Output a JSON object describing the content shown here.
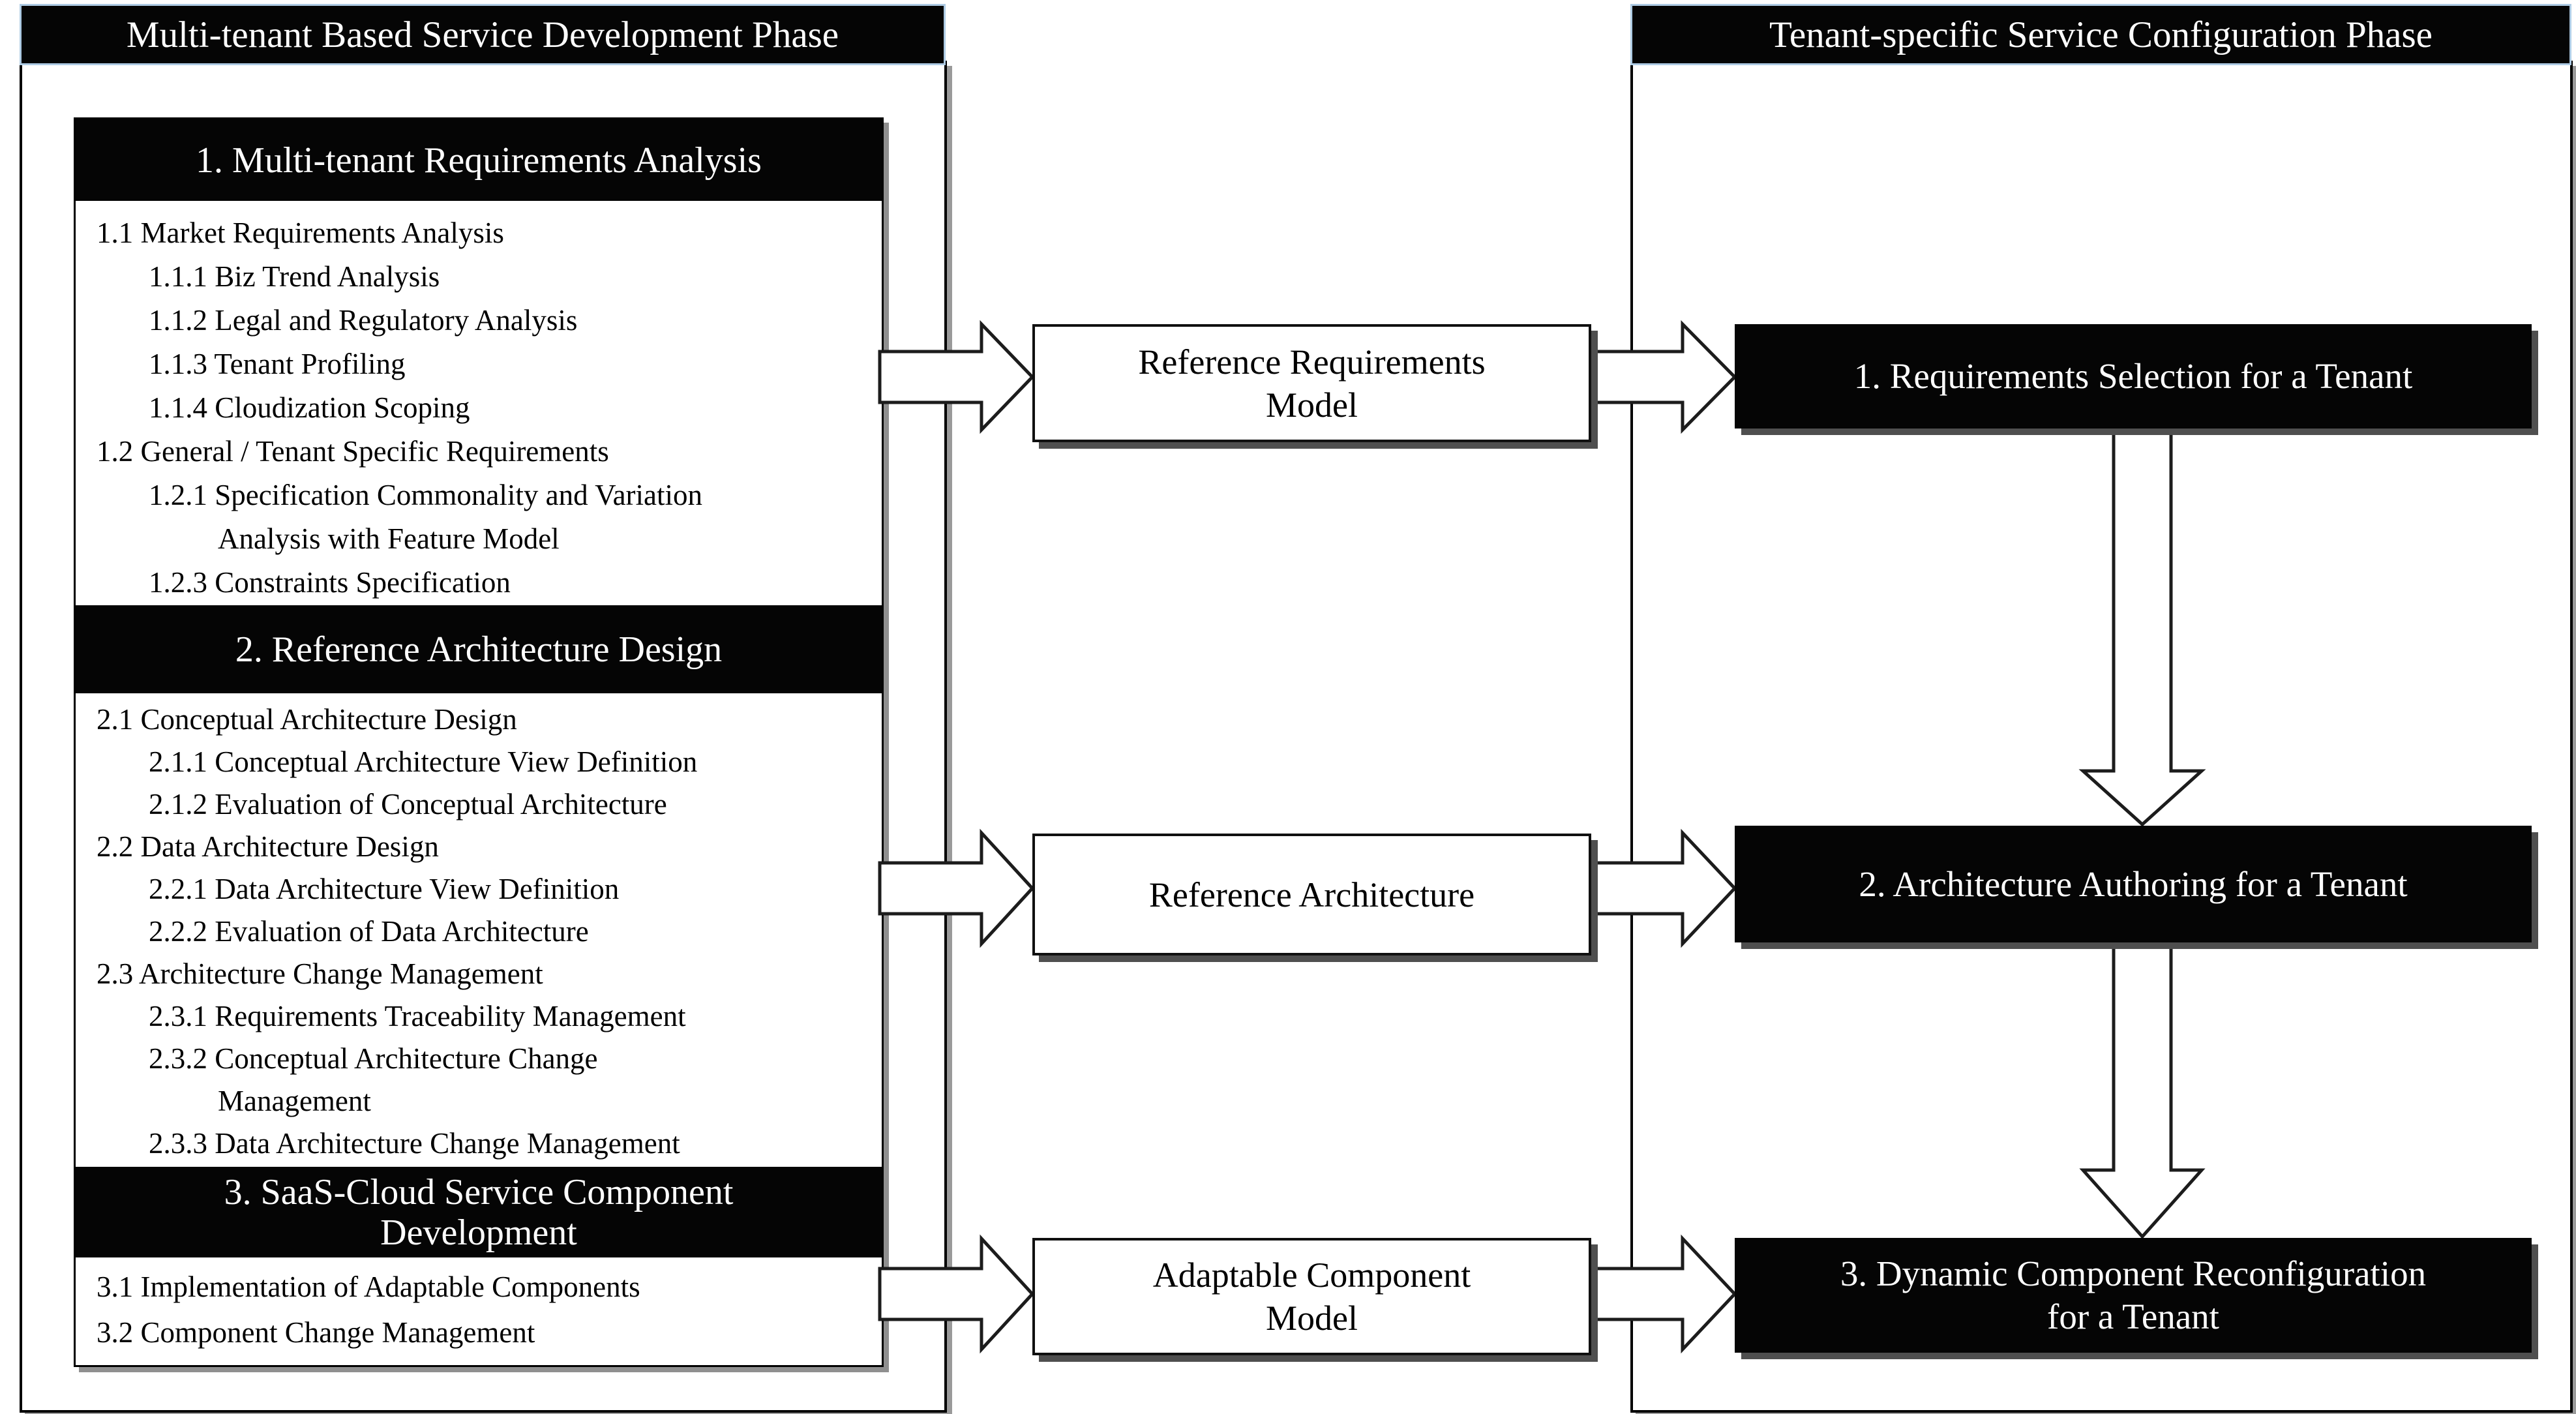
{
  "left_panel": {
    "title": "Multi-tenant Based Service Development Phase",
    "sections": [
      {
        "header": "1. Multi-tenant Requirements Analysis",
        "items": [
          "1.1 Market Requirements Analysis",
          "1.1.1 Biz Trend Analysis",
          "1.1.2 Legal and Regulatory Analysis",
          "1.1.3 Tenant Profiling",
          "1.1.4 Cloudization Scoping",
          "1.2 General / Tenant Specific Requirements",
          "1.2.1 Specification Commonality and Variation",
          "Analysis with Feature Model",
          "1.2.3 Constraints Specification"
        ]
      },
      {
        "header": "2. Reference Architecture Design",
        "items": [
          "2.1 Conceptual Architecture Design",
          "2.1.1 Conceptual Architecture View Definition",
          "2.1.2 Evaluation of Conceptual Architecture",
          "2.2 Data Architecture Design",
          "2.2.1 Data Architecture View Definition",
          "2.2.2 Evaluation of Data Architecture",
          "2.3 Architecture Change Management",
          "2.3.1 Requirements Traceability Management",
          "2.3.2 Conceptual Architecture Change",
          "Management",
          "2.3.3 Data Architecture Change Management"
        ]
      },
      {
        "header_lines": [
          "3. SaaS-Cloud Service Component",
          "Development"
        ],
        "items": [
          "3.1 Implementation of Adaptable Components",
          "3.2 Component Change Management"
        ]
      }
    ]
  },
  "artifacts": [
    {
      "lines": [
        "Reference Requirements",
        "Model"
      ]
    },
    {
      "lines": [
        "Reference Architecture"
      ]
    },
    {
      "lines": [
        "Adaptable Component",
        "Model"
      ]
    }
  ],
  "right_panel": {
    "title": "Tenant-specific Service Configuration Phase",
    "steps": [
      {
        "lines": [
          "1. Requirements Selection for a Tenant"
        ]
      },
      {
        "lines": [
          "2. Architecture Authoring for a Tenant"
        ]
      },
      {
        "lines": [
          "3. Dynamic Component Reconfiguration",
          "for a Tenant"
        ]
      }
    ]
  },
  "colors": {
    "box_fill": "#050505",
    "title_bar_edge": "#aecbe4",
    "shadow": "#4f4f4f",
    "background": "#ffffff",
    "text_on_dark": "#ffffff",
    "text_on_light": "#000000"
  }
}
